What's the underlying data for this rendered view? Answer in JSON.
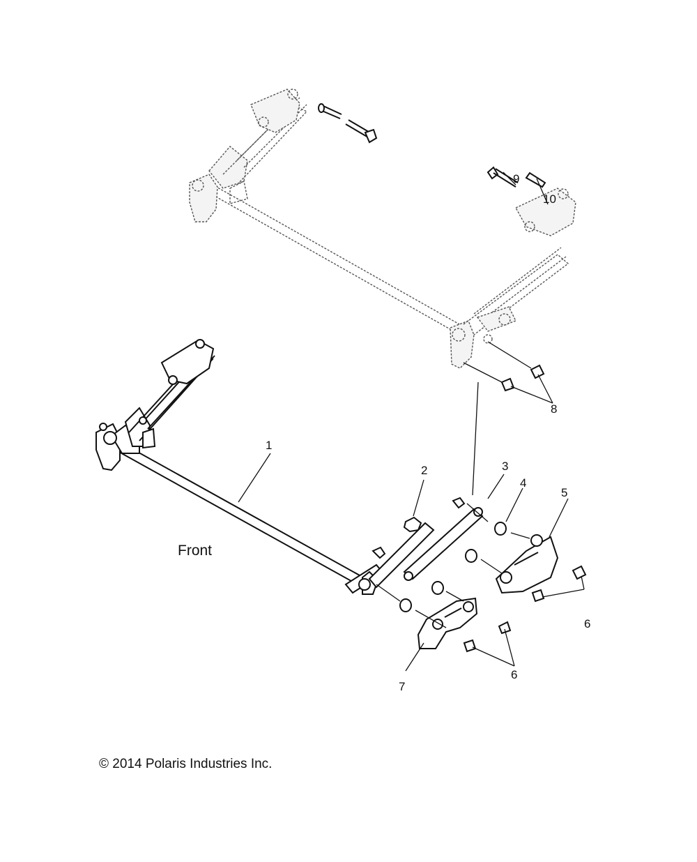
{
  "labels": {
    "front": "Front",
    "copyright": "© 2014 Polaris Industries Inc."
  },
  "callouts": [
    "1",
    "2",
    "3",
    "4",
    "5",
    "6",
    "6",
    "7",
    "8",
    "9",
    "10"
  ],
  "colors": {
    "line": "#111111",
    "ghost": "#555555",
    "background": "#ffffff"
  }
}
